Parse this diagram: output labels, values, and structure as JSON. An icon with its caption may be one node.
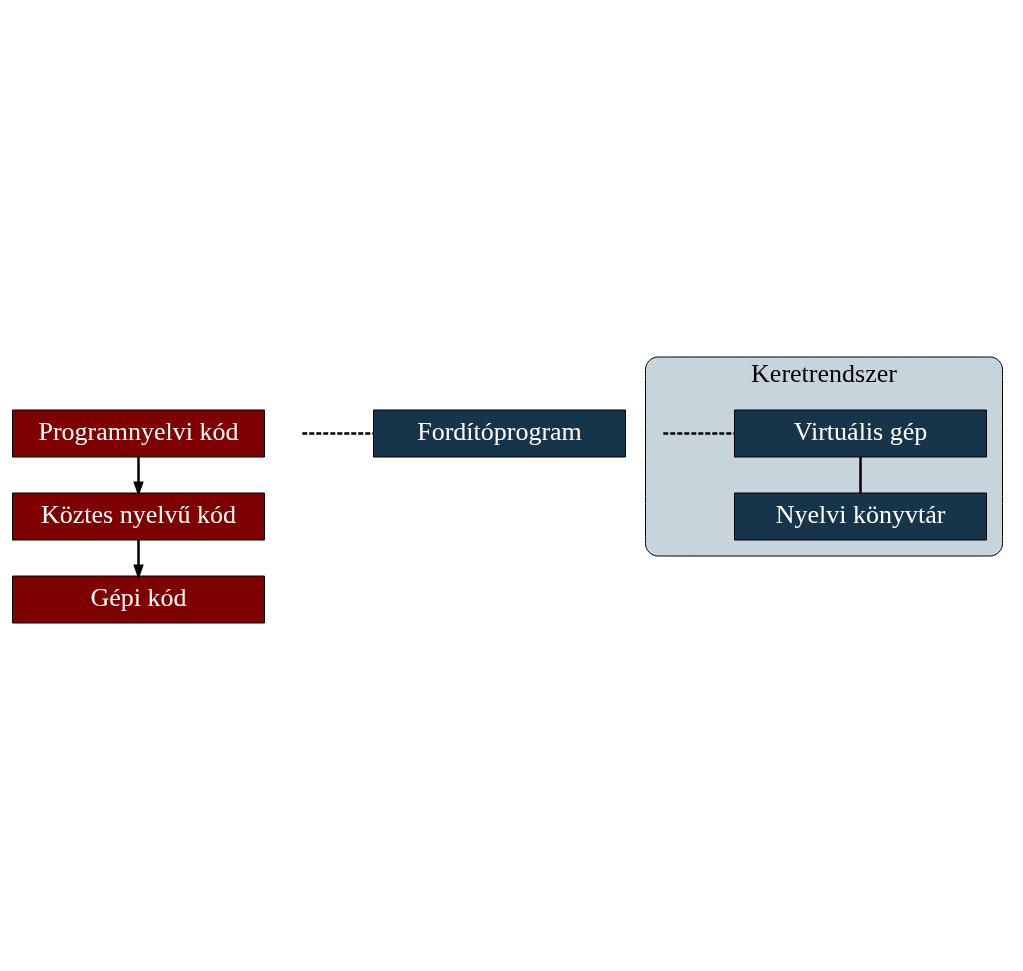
{
  "diagram": {
    "nodes": [
      {
        "text": [
          "Programnyelvi kód"
        ]
      },
      {
        "text": [
          "Fordítóprogram"
        ]
      },
      {
        "text": [
          "Köztes nyelvű kód"
        ]
      },
      {
        "text": [
          "Keretrendszer"
        ]
      },
      {
        "text": [
          "Virtuális gép"
        ],
        "in": 3
      },
      {
        "text": [
          "Nyelvi könyvtár"
        ],
        "in": 3
      },
      {
        "text": [
          "Gépi kód"
        ]
      }
    ],
    "edges": [
      {
        "from": 0,
        "to": 2,
        "arrow": "to"
      },
      {
        "from": 1,
        "to": null,
        "arrow": "none",
        "style": "dashed"
      },
      {
        "from": 2,
        "to": 6,
        "arrow": "to"
      },
      {
        "from": 4,
        "to": null,
        "arrow": "none",
        "style": "dashed"
      },
      {
        "from": 4,
        "to": 5,
        "arrow": "none"
      }
    ]
  }
}
